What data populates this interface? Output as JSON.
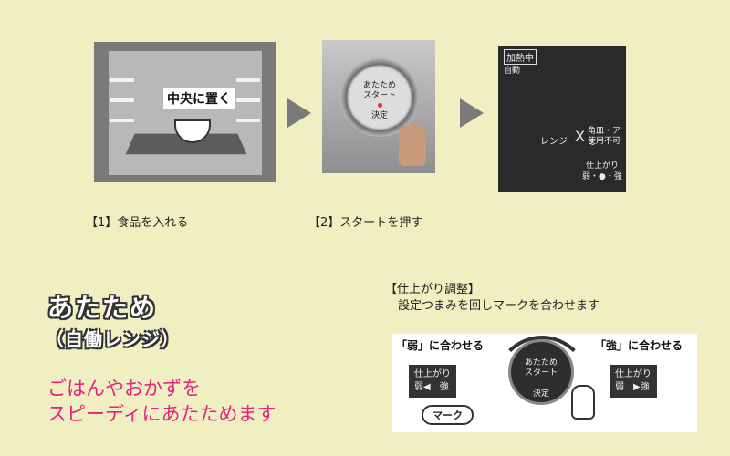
{
  "steps": [
    {
      "label": "【1】食品を入れる",
      "sign": "中央に置く"
    },
    {
      "label": "【2】スタートを押す",
      "dial_line1": "あたため",
      "dial_line2": "スタート",
      "dial_line3": "決定"
    },
    {
      "heating": "加熱中",
      "auto": "自動",
      "range": "レンジ",
      "x_mark": "X",
      "no1": "角皿・アミ",
      "no2": "使用不可",
      "finish": "仕上がり",
      "scale": "弱・●・強"
    }
  ],
  "title": "あたため",
  "subtitle": "（自働レンジ）",
  "desc_line1": "ごはんやおかずを",
  "desc_line2": "スピーディにあたためます",
  "adjust": {
    "title": "【仕上がり調整】",
    "body": "設定つまみを回しマークを合わせます",
    "weak_label": "「弱」に合わせる",
    "strong_label": "「強」に合わせる",
    "weak_disp1": "仕上がり",
    "weak_disp2": "弱◀　強",
    "strong_disp1": "仕上がり",
    "strong_disp2": "弱　▶強",
    "knob1": "あたため",
    "knob2": "スタート",
    "knob3": "決定",
    "mark": "マーク"
  }
}
